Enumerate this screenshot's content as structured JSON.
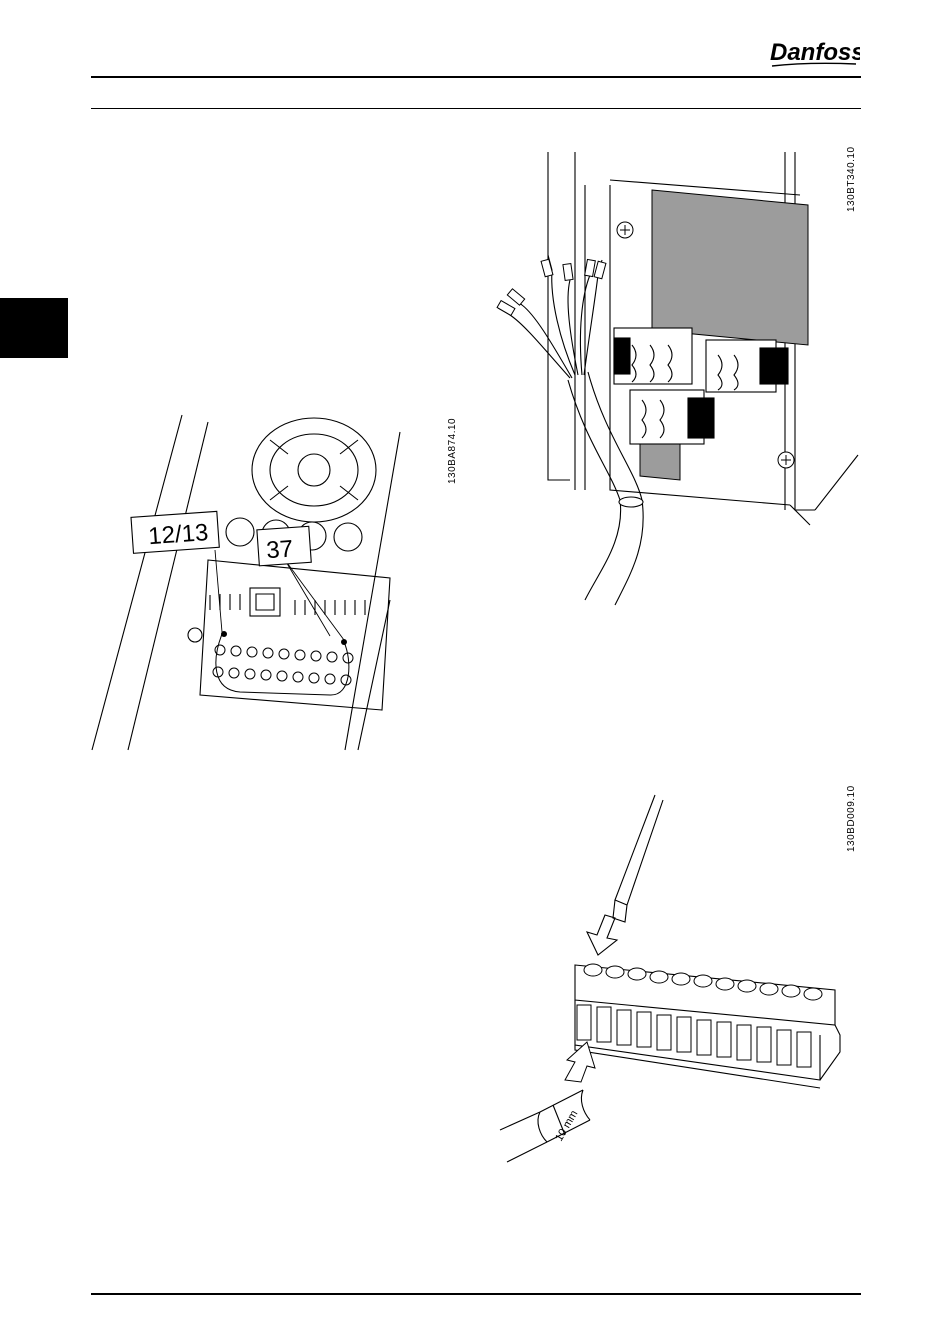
{
  "header": {
    "brand": "Danfoss"
  },
  "figures": [
    {
      "code": "130BA874.10",
      "labels": [
        "12/13",
        "37"
      ]
    },
    {
      "code": "130BT340.10"
    },
    {
      "code": "130BD009.10",
      "dimension": "10 mm"
    }
  ]
}
